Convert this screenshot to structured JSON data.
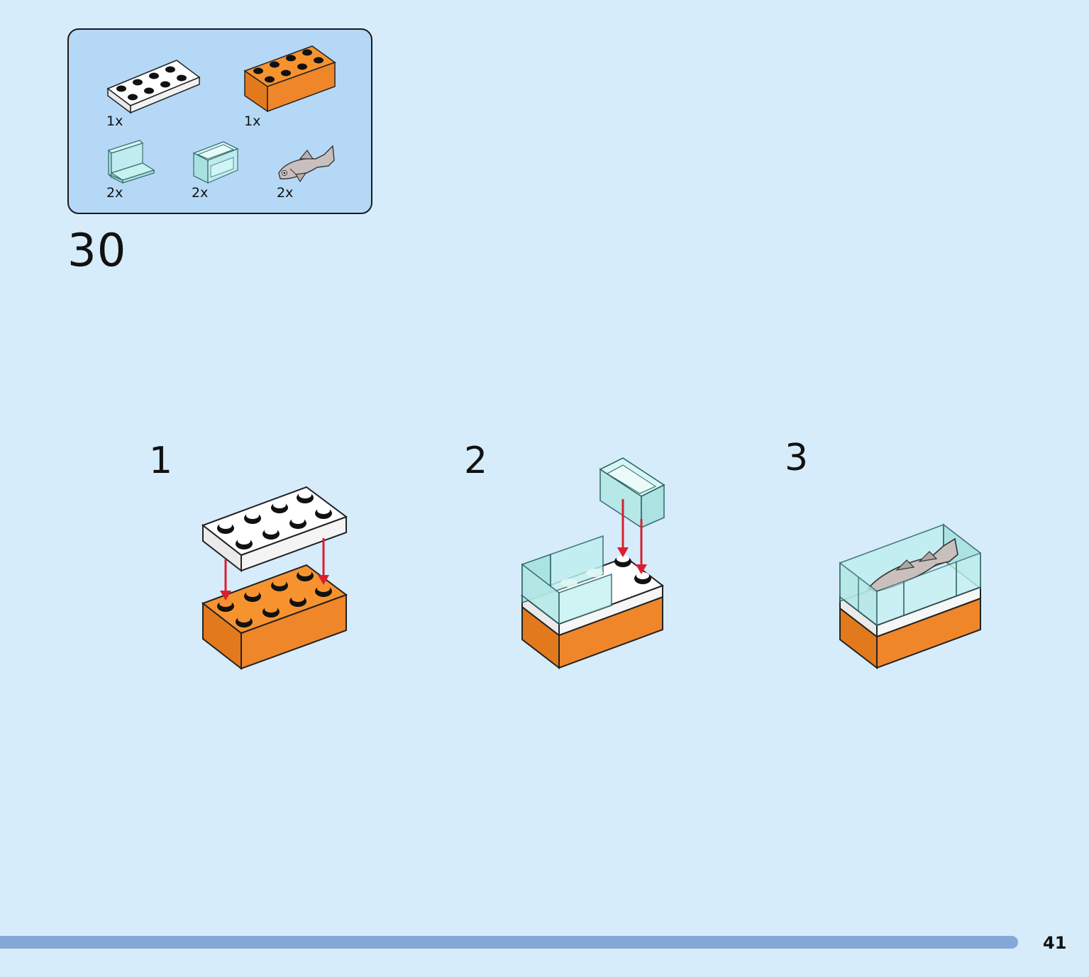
{
  "parts_list": {
    "items": [
      {
        "part": "white-2x4-plate",
        "qty": "1x"
      },
      {
        "part": "orange-2x4-brick",
        "qty": "1x"
      },
      {
        "part": "trans-clear-panel-1x2",
        "qty": "2x"
      },
      {
        "part": "trans-clear-panel-corner",
        "qty": "2x"
      },
      {
        "part": "grey-fish",
        "qty": "2x"
      }
    ]
  },
  "step": {
    "number": "30"
  },
  "substeps": [
    {
      "label": "1"
    },
    {
      "label": "2"
    },
    {
      "label": "3"
    }
  ],
  "colors": {
    "background": "#d6ecfb",
    "parts_box": "#b5d8f6",
    "orange": "#f0862a",
    "white": "#ffffff",
    "trans_clear": "#bfeff0",
    "fish_grey": "#c9c0bd",
    "arrow_red": "#d8202e",
    "progress": "#84a8d8"
  },
  "footer": {
    "page_number": "41"
  }
}
